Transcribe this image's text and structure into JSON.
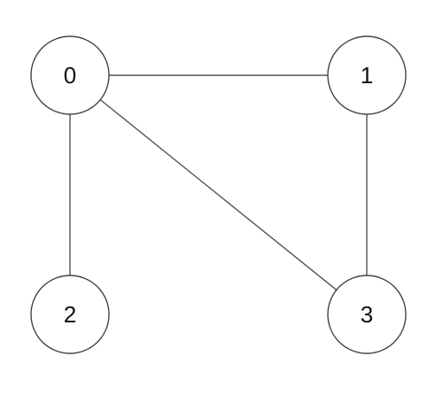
{
  "graph": {
    "nodes": [
      {
        "id": "0",
        "label": "0"
      },
      {
        "id": "1",
        "label": "1"
      },
      {
        "id": "2",
        "label": "2"
      },
      {
        "id": "3",
        "label": "3"
      }
    ],
    "edges": [
      {
        "from": "0",
        "to": "1"
      },
      {
        "from": "0",
        "to": "2"
      },
      {
        "from": "0",
        "to": "3"
      },
      {
        "from": "1",
        "to": "3"
      }
    ],
    "colors": {
      "node_fill": "#ffffff",
      "node_stroke": "#444444",
      "edge": "#555555",
      "label": "#111111"
    }
  }
}
